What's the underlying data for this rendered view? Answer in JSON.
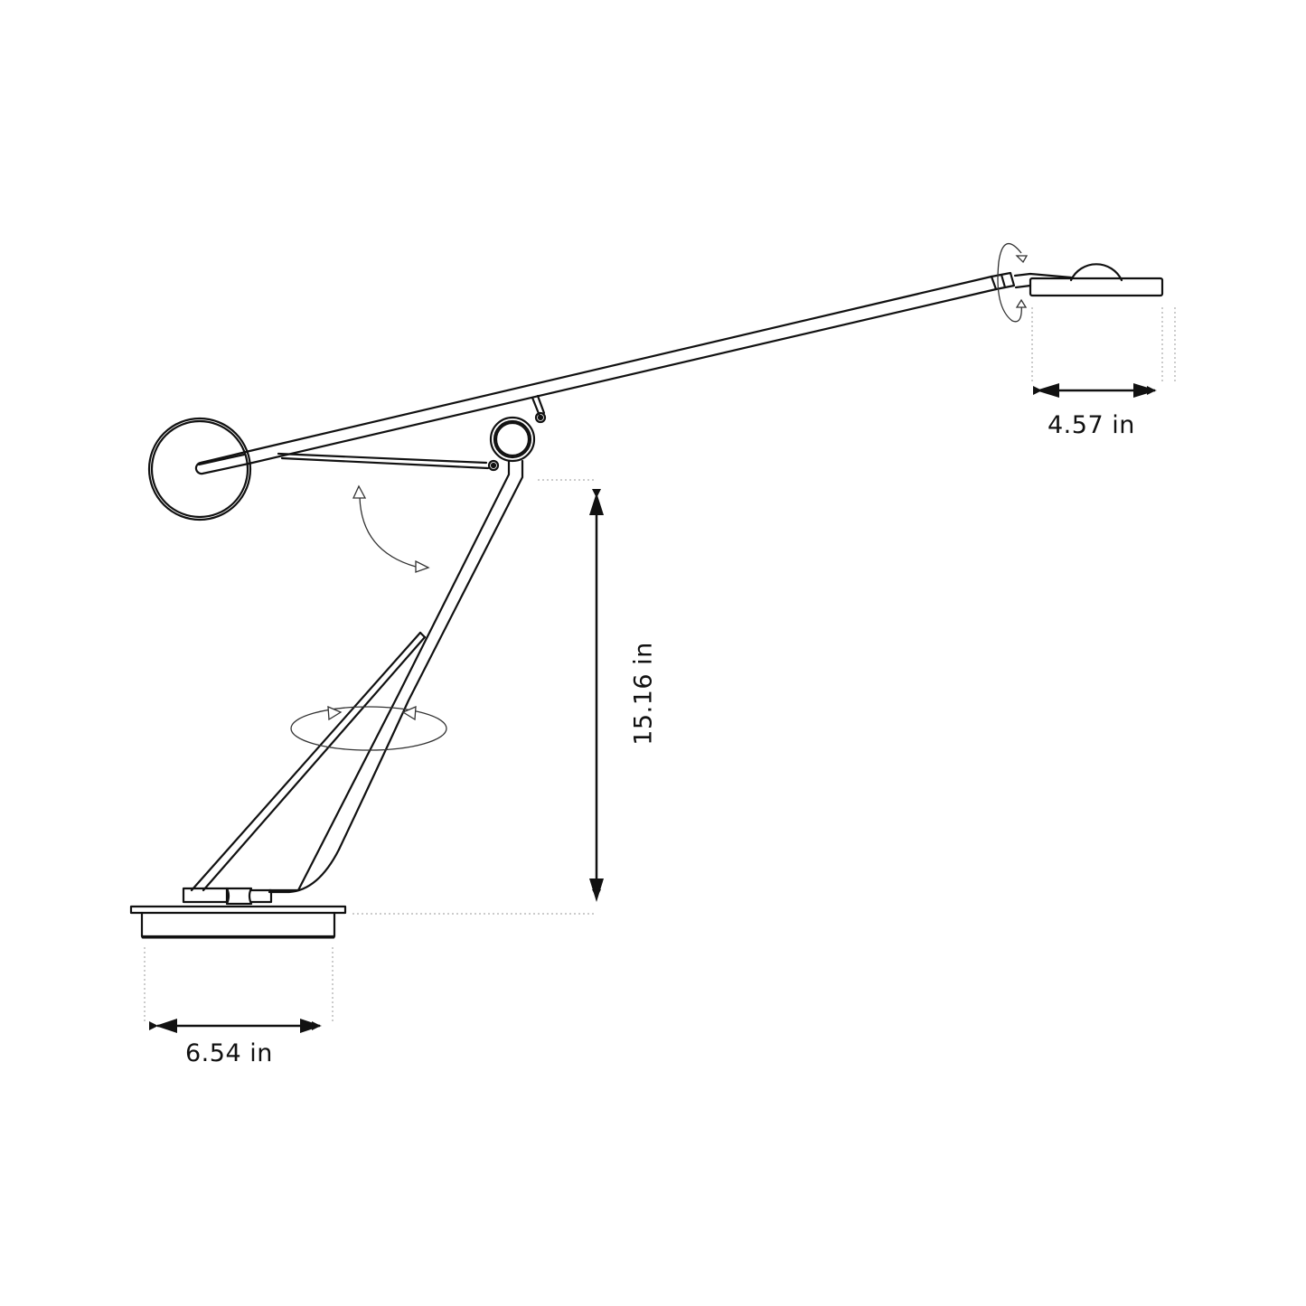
{
  "diagram": {
    "subject": "Counterbalance arm desk lamp — side elevation with dimensions",
    "stroke_color": "#111111",
    "guide_color": "#999999",
    "background": "#ffffff"
  },
  "dimensions": {
    "head_width": {
      "label": "4.57 in",
      "value": 4.57,
      "unit": "in"
    },
    "height": {
      "label": "15.16 in",
      "value": 15.16,
      "unit": "in"
    },
    "base_width": {
      "label": "6.54 in",
      "value": 6.54,
      "unit": "in"
    }
  },
  "motion_indicators": [
    {
      "name": "head-rotation",
      "type": "rotate-vertical-axis"
    },
    {
      "name": "arm-tilt",
      "type": "arc-pivot"
    },
    {
      "name": "base-swivel",
      "type": "rotate-horizontal"
    }
  ]
}
